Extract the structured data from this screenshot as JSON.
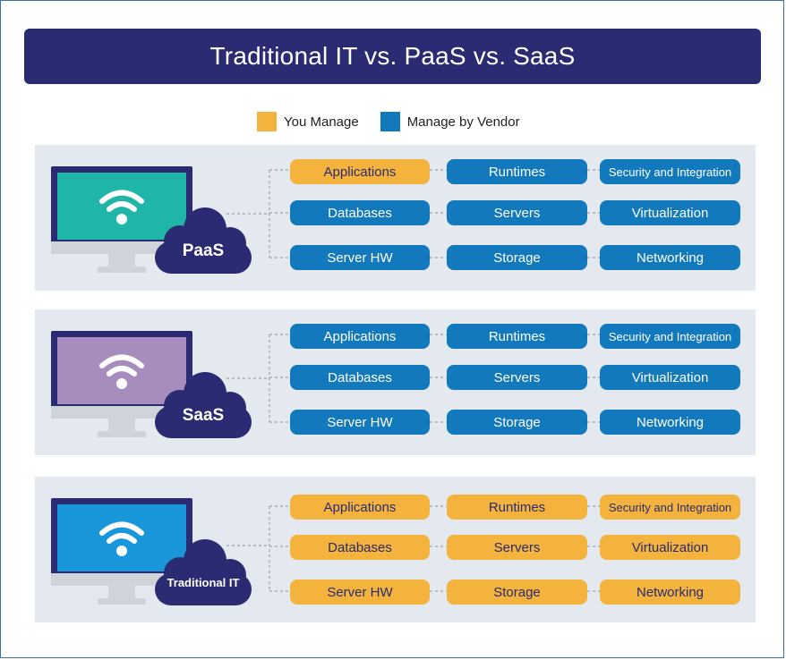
{
  "title": "Traditional IT vs. PaaS vs. SaaS",
  "legend": {
    "you_manage": "You Manage",
    "vendor_manage": "Manage by Vendor"
  },
  "colors": {
    "you_manage": "#f3b33d",
    "vendor_manage": "#1379bd",
    "dark_navy": "#2a2b72",
    "panel_bg": "#e4e8ef",
    "paas_screen": "#1fb5a8",
    "saas_screen": "#a78dbd",
    "traditional_screen": "#1a97db"
  },
  "panels": [
    {
      "label": "PaaS",
      "screen_icon": "wifi-icon",
      "rows": [
        [
          {
            "label": "Applications",
            "manager": "you"
          },
          {
            "label": "Runtimes",
            "manager": "vendor"
          },
          {
            "label": "Security and Integration",
            "manager": "vendor"
          }
        ],
        [
          {
            "label": "Databases",
            "manager": "vendor"
          },
          {
            "label": "Servers",
            "manager": "vendor"
          },
          {
            "label": "Virtualization",
            "manager": "vendor"
          }
        ],
        [
          {
            "label": "Server HW",
            "manager": "vendor"
          },
          {
            "label": "Storage",
            "manager": "vendor"
          },
          {
            "label": "Networking",
            "manager": "vendor"
          }
        ]
      ]
    },
    {
      "label": "SaaS",
      "screen_icon": "wifi-icon",
      "rows": [
        [
          {
            "label": "Applications",
            "manager": "vendor"
          },
          {
            "label": "Runtimes",
            "manager": "vendor"
          },
          {
            "label": "Security and Integration",
            "manager": "vendor"
          }
        ],
        [
          {
            "label": "Databases",
            "manager": "vendor"
          },
          {
            "label": "Servers",
            "manager": "vendor"
          },
          {
            "label": "Virtualization",
            "manager": "vendor"
          }
        ],
        [
          {
            "label": "Server HW",
            "manager": "vendor"
          },
          {
            "label": "Storage",
            "manager": "vendor"
          },
          {
            "label": "Networking",
            "manager": "vendor"
          }
        ]
      ]
    },
    {
      "label": "Traditional IT",
      "screen_icon": "wifi-icon",
      "rows": [
        [
          {
            "label": "Applications",
            "manager": "you"
          },
          {
            "label": "Runtimes",
            "manager": "you"
          },
          {
            "label": "Security and Integration",
            "manager": "you"
          }
        ],
        [
          {
            "label": "Databases",
            "manager": "you"
          },
          {
            "label": "Servers",
            "manager": "you"
          },
          {
            "label": "Virtualization",
            "manager": "you"
          }
        ],
        [
          {
            "label": "Server HW",
            "manager": "you"
          },
          {
            "label": "Storage",
            "manager": "you"
          },
          {
            "label": "Networking",
            "manager": "you"
          }
        ]
      ]
    }
  ]
}
